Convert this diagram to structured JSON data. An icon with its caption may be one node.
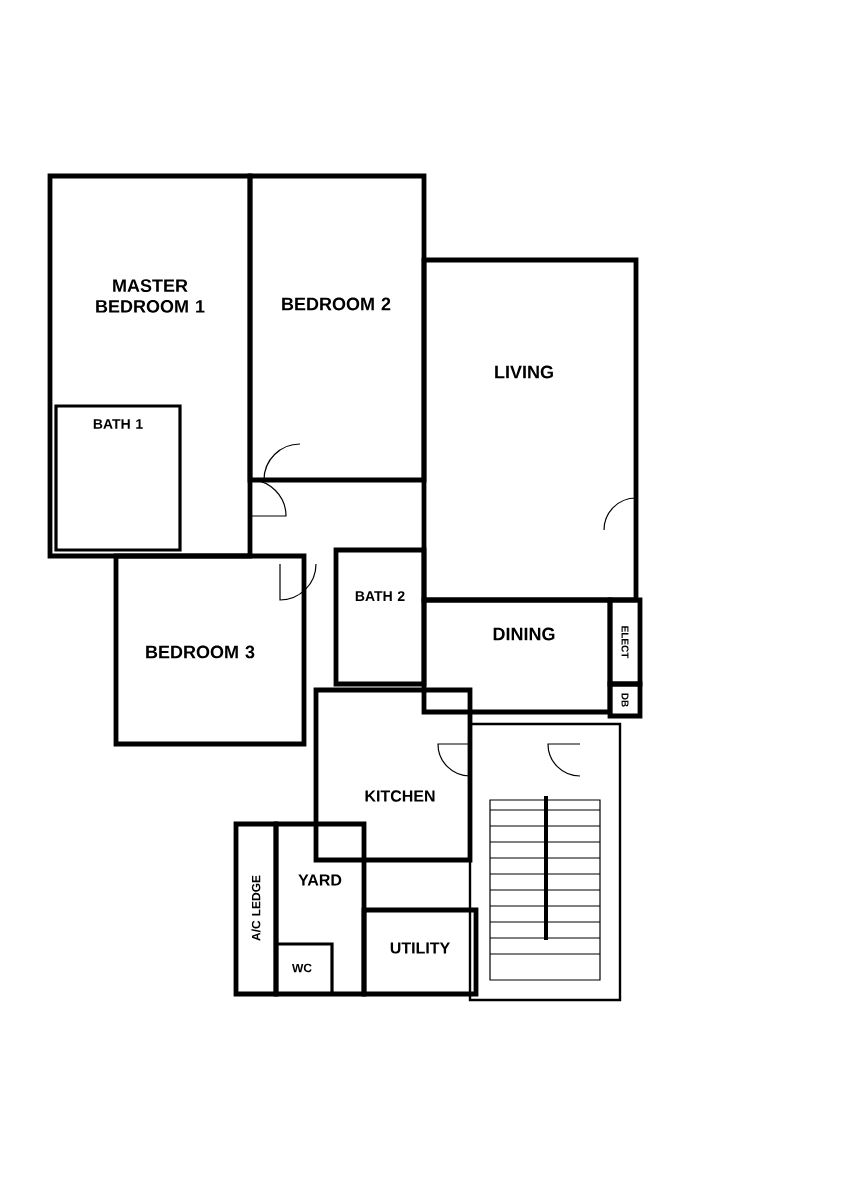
{
  "diagram": {
    "nodes": [
      {
        "text": [
          "MASTER BEDROOM 1"
        ]
      },
      {
        "text": [
          "BATH 1"
        ],
        "in": 0
      },
      {
        "text": [
          "BEDROOM 2"
        ]
      },
      {
        "text": [
          "LIVING"
        ]
      },
      {
        "text": [
          "BEDROOM 3"
        ]
      },
      {
        "text": [
          "BATH 2"
        ]
      },
      {
        "text": [
          "DINING"
        ]
      },
      {
        "text": [
          "ELECT"
        ]
      },
      {
        "text": [
          "DB"
        ]
      },
      {
        "text": [
          "KITCHEN"
        ]
      },
      {
        "text": [
          "A/C LEDGE"
        ]
      },
      {
        "text": [
          "YARD"
        ]
      },
      {
        "text": [
          "WC"
        ],
        "in": 11
      },
      {
        "text": [
          "UTILITY"
        ]
      }
    ]
  }
}
